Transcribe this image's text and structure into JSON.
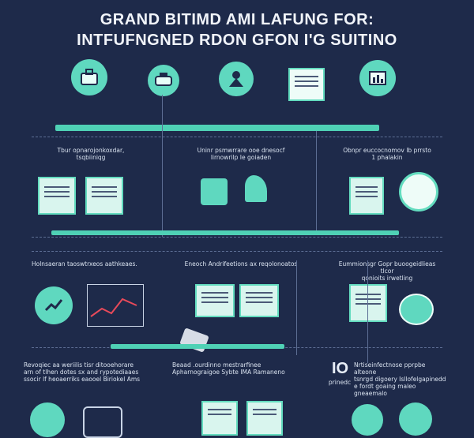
{
  "title": {
    "line1": "GRAND BITIMD AMI LAFUNG FOR:",
    "line2": "INTFUFNGNED RDON GFON I'G SUITINO"
  },
  "top_icons": [
    "briefcase-icon",
    "toaster-icon",
    "team-icon",
    "document-icon",
    "chart-icon"
  ],
  "sections": [
    {
      "caption_lines": [
        "Tbur opnarojonkoxdar,",
        "tsqbiiniqg"
      ]
    },
    {
      "caption_lines": [
        "Uninr psmwrrare ooe dnesocf",
        "lirnowrilp Ie goiaden"
      ]
    },
    {
      "caption_lines": [
        "Obnpr euccocnomov Ib prrsto",
        "1 phalakin"
      ]
    },
    {
      "caption_lines": [
        "Holnsaeran taoswtrxeos aathkeaes."
      ]
    },
    {
      "caption_lines": [
        "Eneoch Andrifeetions ax reqolonoatos"
      ]
    },
    {
      "caption_lines": [
        "Eummionsgr Gopr buoogeidlieas tlcor",
        "qonioits irwetling"
      ]
    },
    {
      "caption_lines": [
        "Revoqiec aa weriilis tisr ditooehorare",
        "arn of tlhen dotes sx and rypotediaaes",
        "ssocir lf heoaerriks eaooel Biriokel Ams"
      ]
    },
    {
      "caption_lines": [
        "Beaad .ourdinno mestrarfinee",
        "Apharnograigoe Sybte IMA Ramaneno"
      ]
    },
    {
      "caption_lines": [
        "Nrtiseinfectnose pprpbe alteone",
        "tsnrgd digoery Isllofelgapinedd",
        "e fordt goaing maleo gneaemalo"
      ]
    },
    {
      "caption_lines": [
        "prinedc"
      ]
    }
  ],
  "badge": "IO"
}
